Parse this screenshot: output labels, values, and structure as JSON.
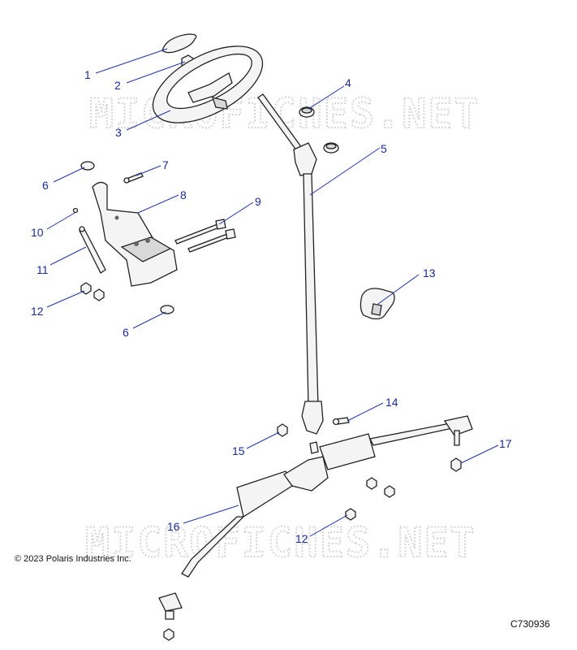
{
  "watermark": "MICROFICHES.NET",
  "copyright": "© 2023 Polaris Industries Inc.",
  "diagram_code": "C730936",
  "callouts": [
    "1",
    "2",
    "3",
    "4",
    "5",
    "6",
    "7",
    "8",
    "9",
    "10",
    "11",
    "12",
    "6",
    "13",
    "14",
    "15",
    "16",
    "17",
    "12"
  ]
}
